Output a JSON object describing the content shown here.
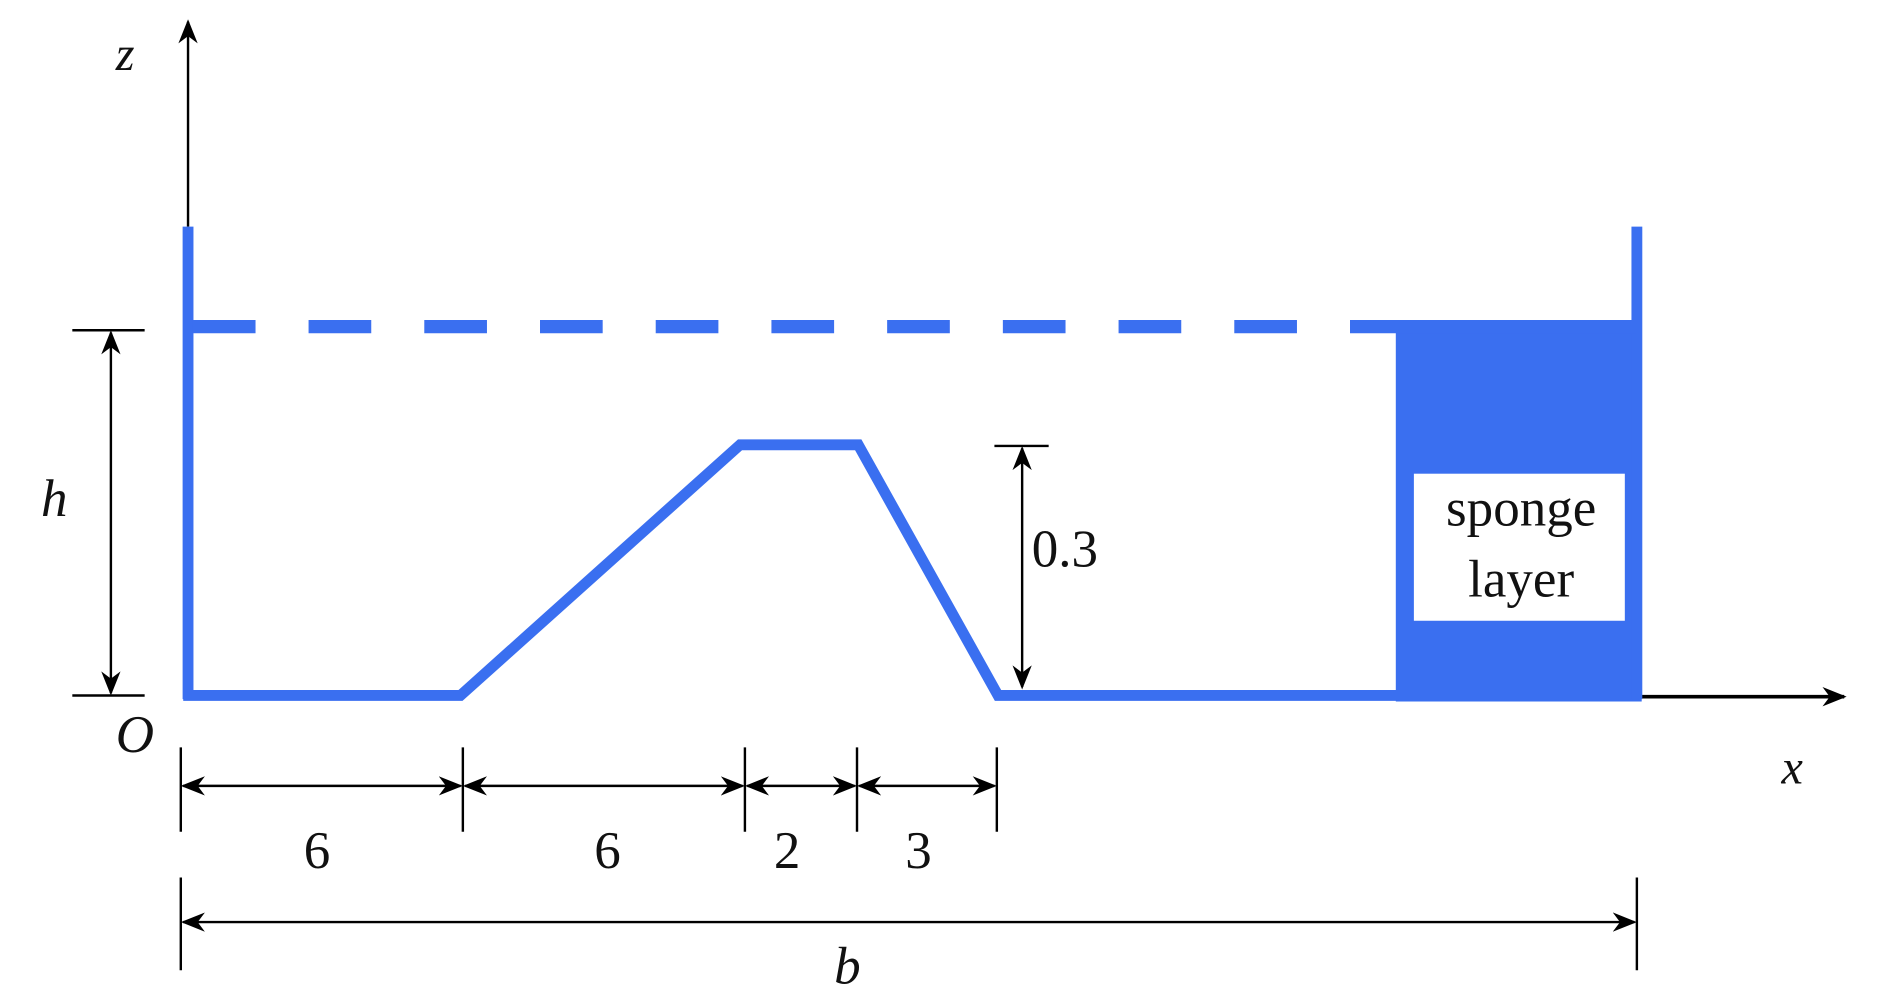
{
  "colors": {
    "channel": "#3a6ff0",
    "dimension": "#000000",
    "background": "#ffffff"
  },
  "axes": {
    "z_label": "z",
    "x_label": "x",
    "origin_label": "O"
  },
  "dimensions": {
    "depth_label": "h",
    "bar_height_label": "0.3",
    "segments": [
      "6",
      "6",
      "2",
      "3"
    ],
    "total_width_label": "b"
  },
  "sponge": {
    "line1": "sponge",
    "line2": "layer"
  }
}
